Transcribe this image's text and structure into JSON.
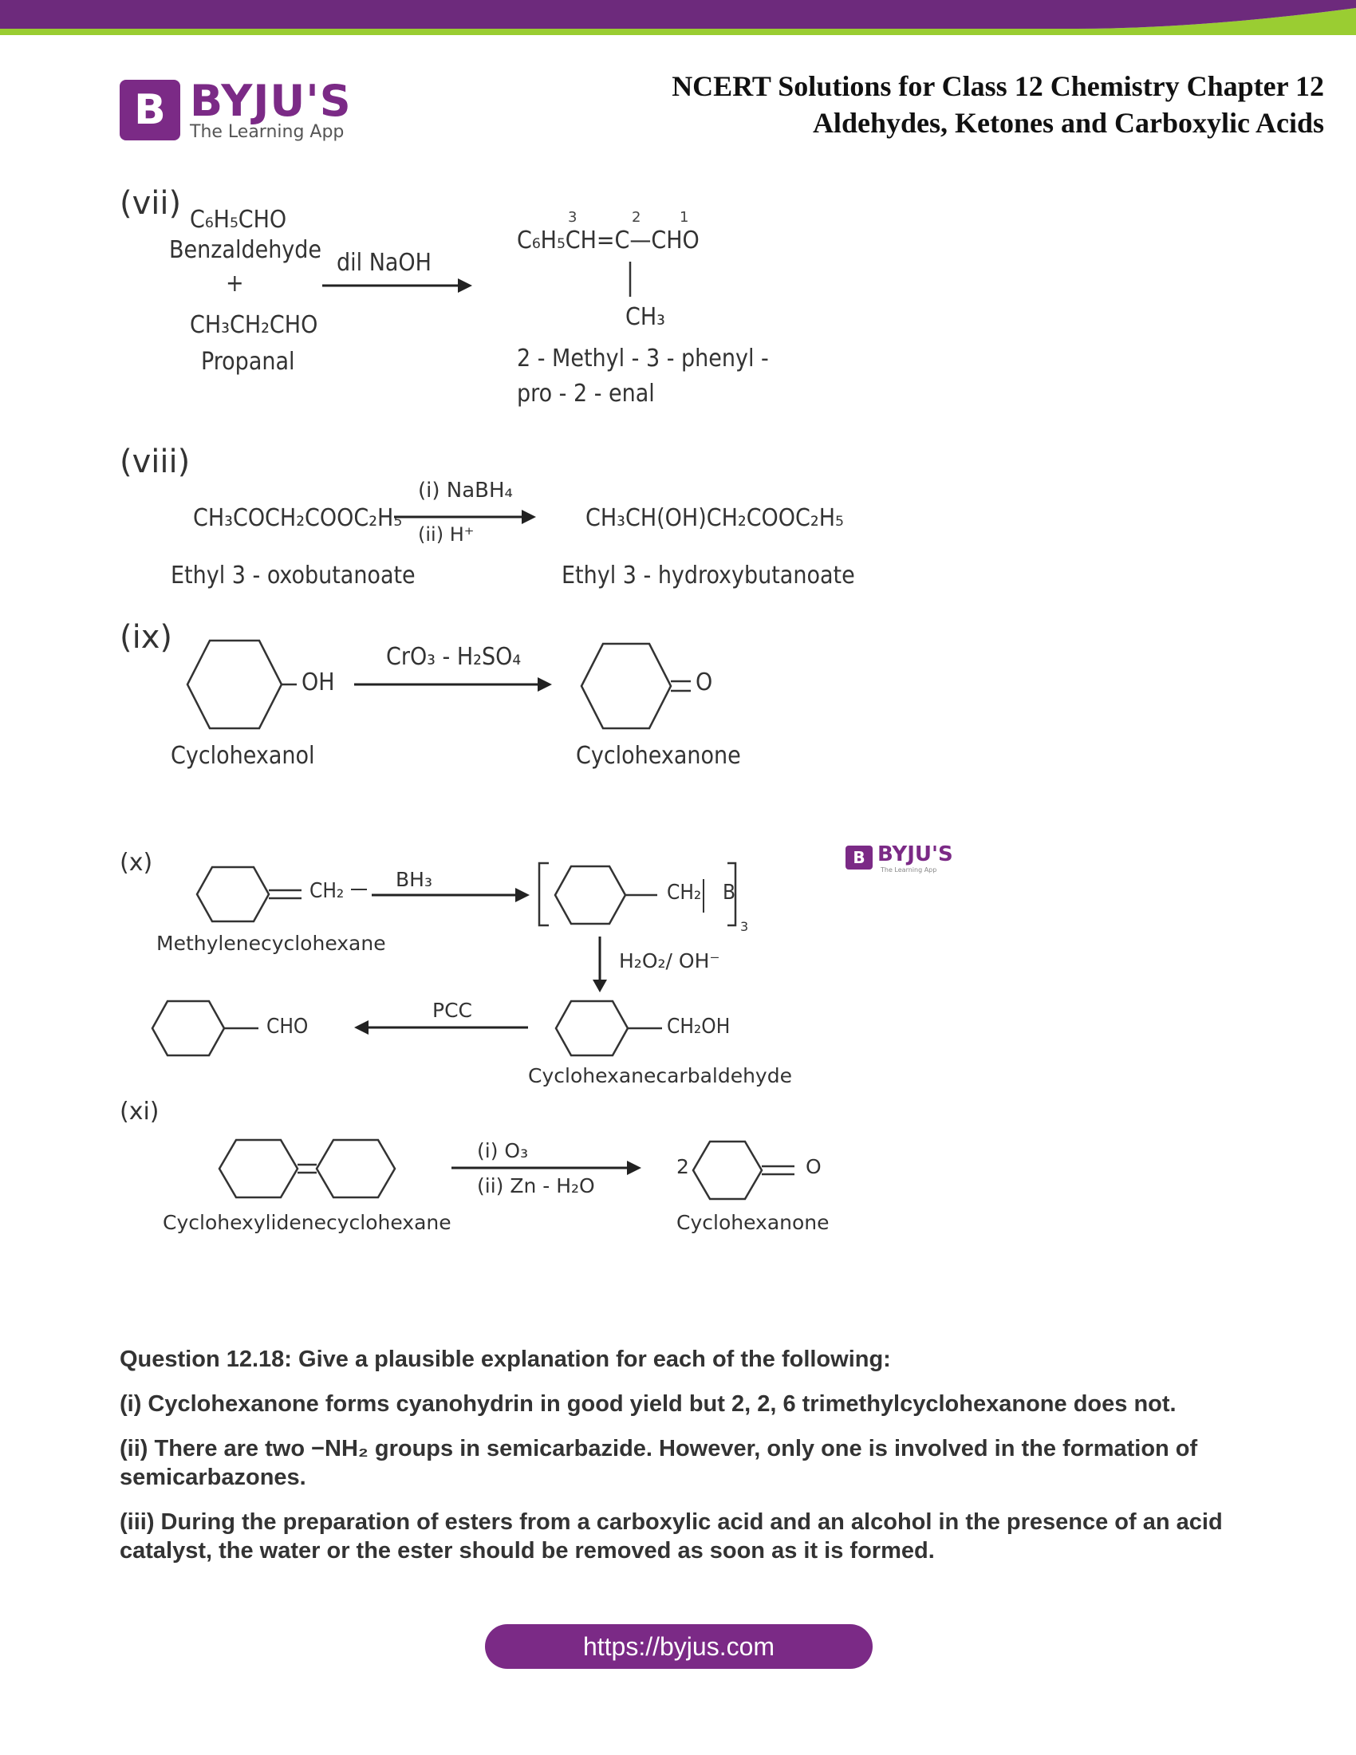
{
  "header": {
    "logo_letter": "B",
    "logo_name": "BYJU'S",
    "logo_tagline": "The Learning App",
    "title_line1": "NCERT Solutions for Class 12 Chemistry Chapter 12",
    "title_line2": "Aldehydes, Ketones and Carboxylic Acids"
  },
  "colors": {
    "brand_purple": "#7b2a86",
    "brand_green": "#9acd32"
  },
  "reactions": {
    "vii": {
      "label": "(vii)",
      "reactant1": "C₆H₅CHO",
      "reactant1_name": "Benzaldehyde",
      "plus": "+",
      "reactant2": "CH₃CH₂CHO",
      "reactant2_name": "Propanal",
      "reagent": "dil NaOH",
      "product_main": "C₆H₅CH=C—CHO",
      "num3": "3",
      "num2": "2",
      "num1": "1",
      "product_branch": "CH₃",
      "product_name1": "2 - Methyl - 3 - phenyl -",
      "product_name2": "pro - 2 - enal"
    },
    "viii": {
      "label": "(viii)",
      "reactant": "CH₃COCH₂COOC₂H₅",
      "reagent1": "(i) NaBH₄",
      "reagent2": "(ii) H⁺",
      "product": "CH₃CH(OH)CH₂COOC₂H₅",
      "reactant_name": "Ethyl 3 - oxobutanoate",
      "product_name": "Ethyl 3 - hydroxybutanoate"
    },
    "ix": {
      "label": "(ix)",
      "oh": "OH",
      "reagent": "CrO₃ - H₂SO₄",
      "o": "O",
      "reactant_name": "Cyclohexanol",
      "product_name": "Cyclohexanone"
    },
    "x": {
      "label": "(x)",
      "ch2": "CH₂",
      "reagent1": "BH₃",
      "inter_ch2": "CH₂",
      "inter_b": "B",
      "inter_sub": "3",
      "reagent2": "H₂O₂/ OH⁻",
      "cho": "CHO",
      "pcc": "PCC",
      "ch2oh": "CH₂OH",
      "reactant_name": "Methylenecyclohexane",
      "alcohol_name": "Cyclohexanecarbaldehyde"
    },
    "xi": {
      "label": "(xi)",
      "reagent1": "(i)  O₃",
      "reagent2": "(ii)  Zn - H₂O",
      "coef": "2",
      "o": "O",
      "reactant_name": "Cyclohexylidenecyclohexane",
      "product_name": "Cyclohexanone"
    }
  },
  "watermark": {
    "logo_letter": "B",
    "name": "BYJU'S",
    "tagline": "The Learning App"
  },
  "question": {
    "title": "Question 12.18: Give a plausible explanation for each of the following:",
    "i": "(i) Cyclohexanone forms cyanohydrin in good yield but 2, 2, 6 trimethylcyclohexanone does not.",
    "ii": "(ii) There are two −NH₂ groups in semicarbazide. However, only one is involved in the formation of semicarbazones.",
    "iii": "(iii) During the preparation of esters from a carboxylic acid and an alcohol in the presence of an acid catalyst, the water or the ester should be removed as soon as it is formed."
  },
  "footer": {
    "url": "https://byjus.com"
  }
}
